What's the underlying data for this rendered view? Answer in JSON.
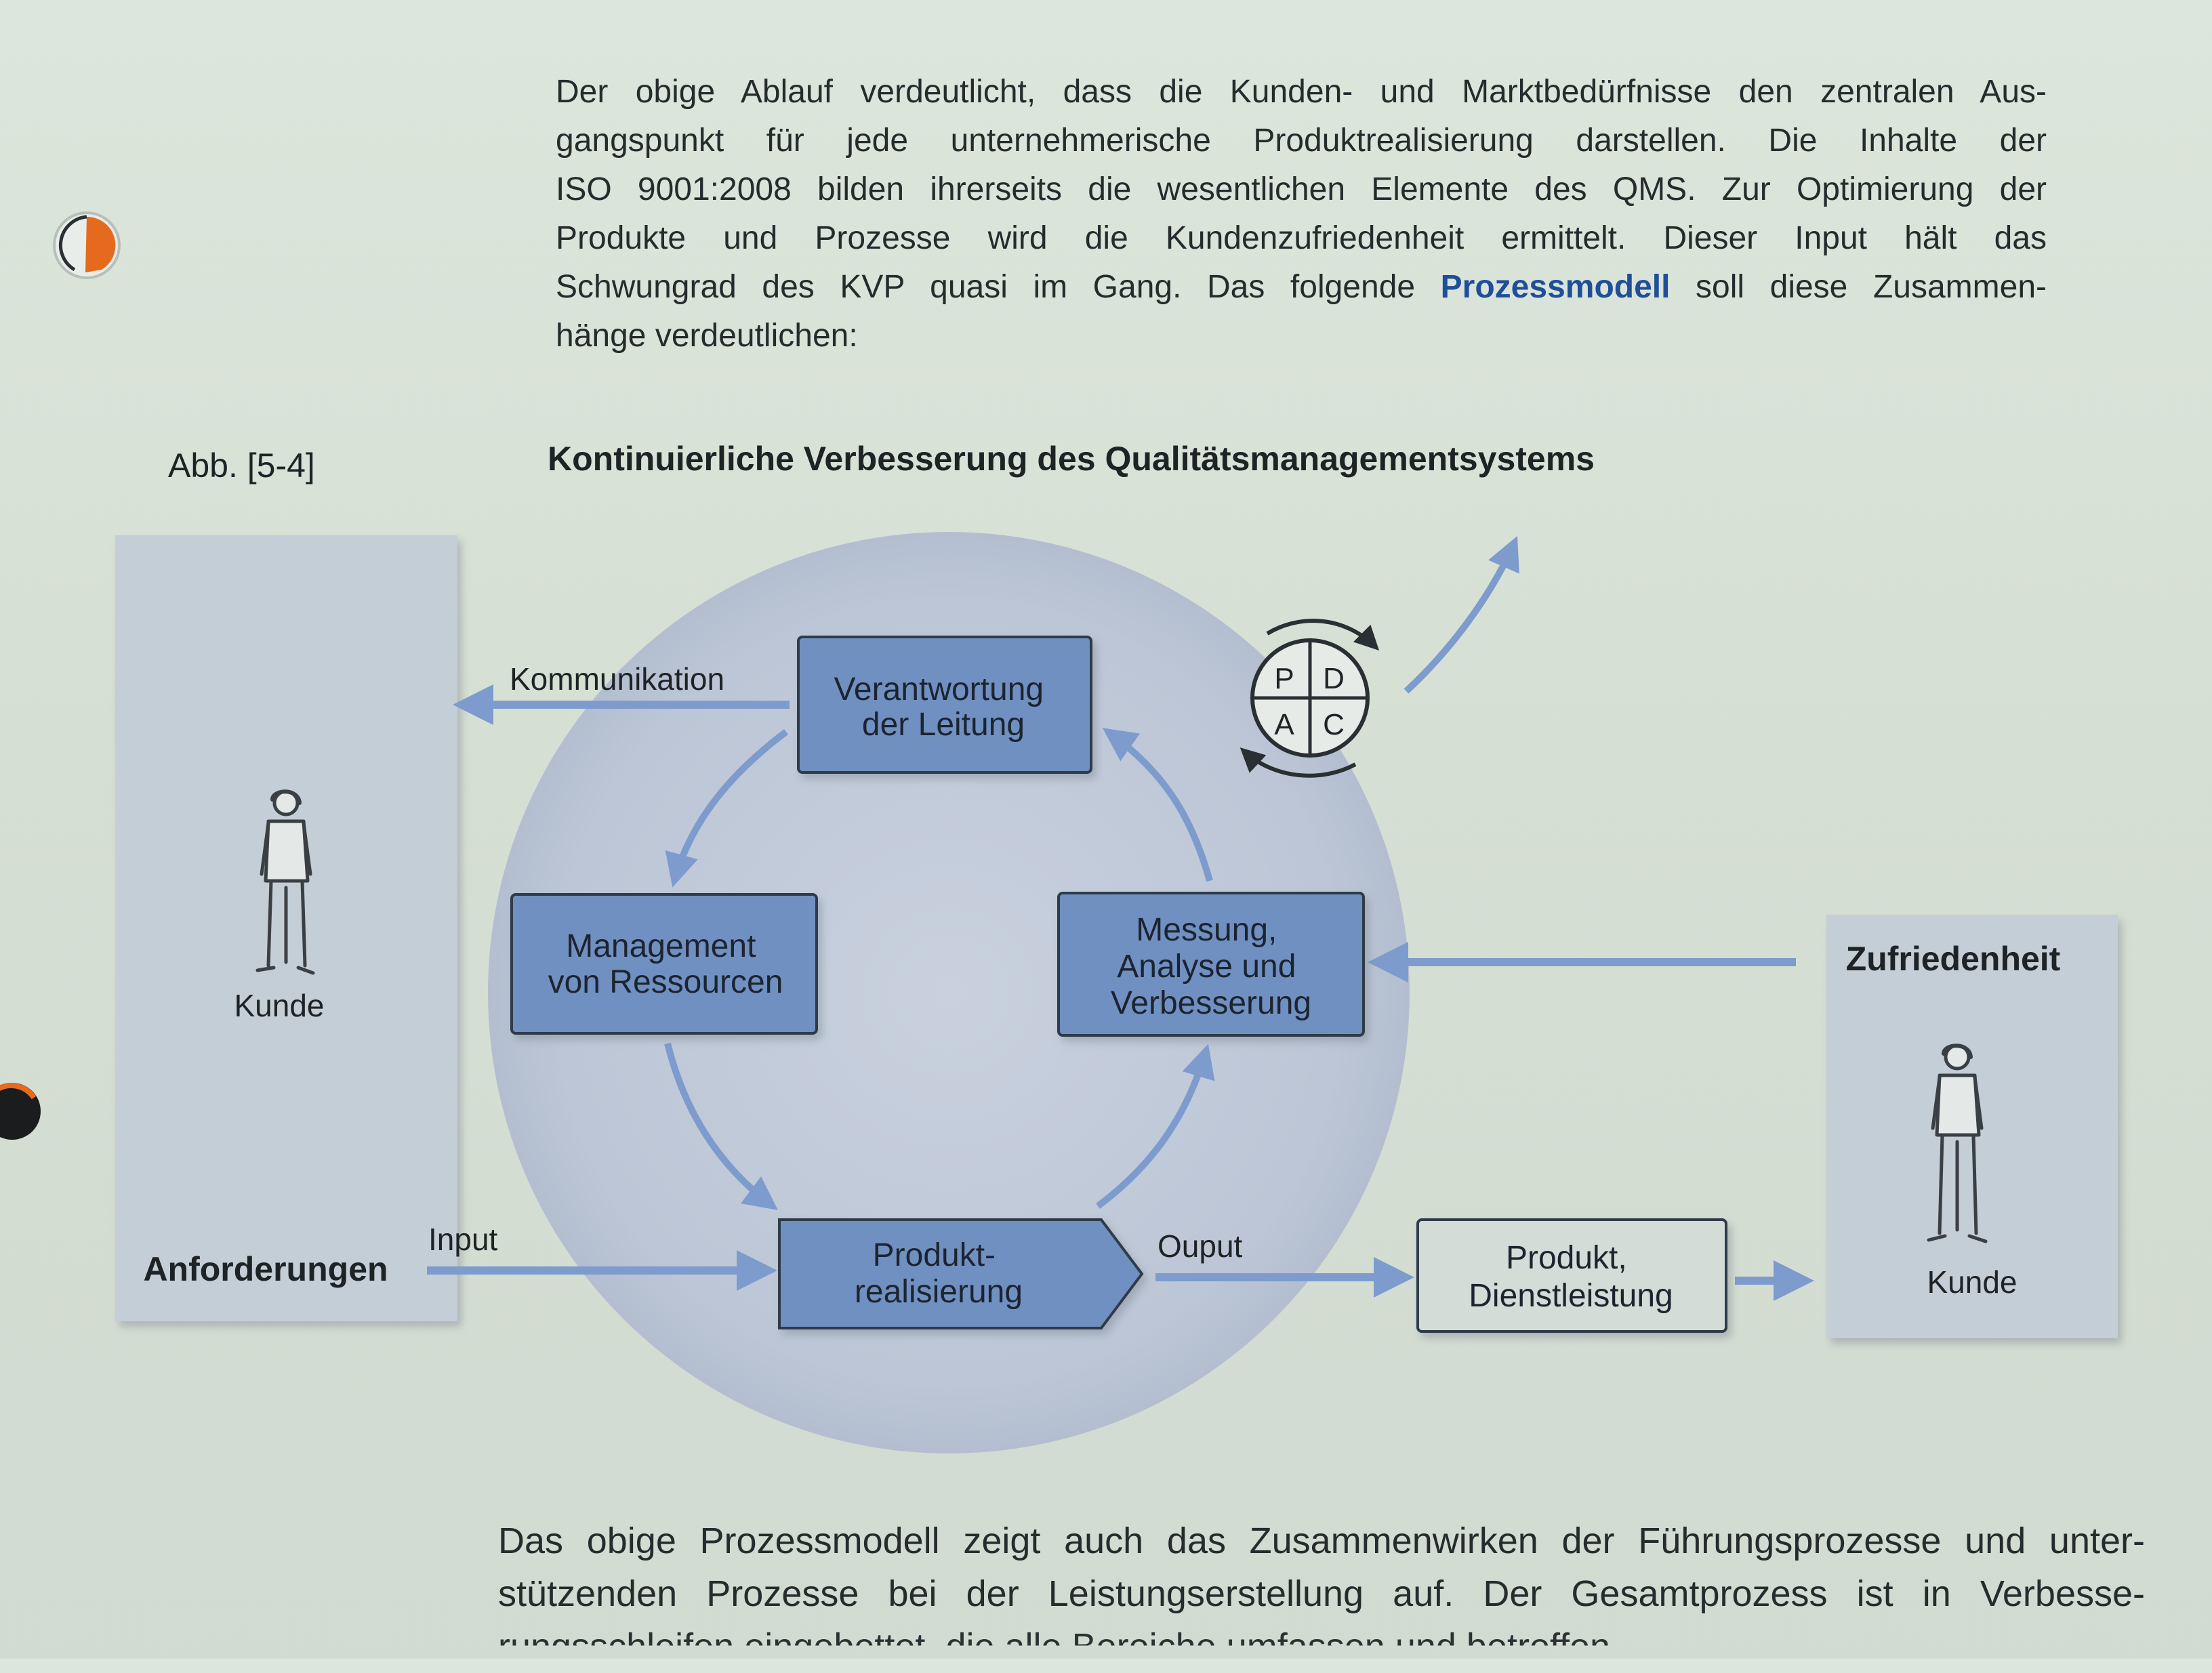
{
  "text_top": {
    "lines": [
      "Der obige Ablauf verdeutlicht, dass die Kunden- und Marktbedürfnisse den zentralen Aus-",
      "gangspunkt für jede unternehmerische Produktrealisierung darstellen. Die Inhalte der",
      "ISO 9001:2008 bilden ihrerseits die wesentlichen Elemente des QMS. Zur Optimierung der",
      "Produkte und Prozesse wird die Kundenzufriedenheit ermittelt. Dieser Input hält das"
    ],
    "line5_before": "Schwungrad des KVP quasi im Gang. Das folgende ",
    "highlight": "Prozessmodell",
    "line5_after": " soll diese Zusammen-",
    "line6": "hänge verdeutlichen:"
  },
  "figure": {
    "label": "Abb. [5-4]",
    "title": "Kontinuierliche Verbesserung des Qualitätsmanagementsystems",
    "left_panel": {
      "customer": "Kunde",
      "requirements": "Anforderungen"
    },
    "right_panel": {
      "satisfaction": "Zufriedenheit",
      "customer": "Kunde"
    },
    "boxes": {
      "responsibility": [
        "Verantwortung",
        "der Leitung"
      ],
      "resources": [
        "Management",
        "von Ressourcen"
      ],
      "measurement": [
        "Messung,",
        "Analyse und",
        "Verbesserung"
      ],
      "realization": [
        "Produkt-",
        "realisierung"
      ],
      "product": [
        "Produkt,",
        "Dienstleistung"
      ]
    },
    "labels": {
      "communication": "Kommunikation",
      "input": "Input",
      "output": "Ouput"
    },
    "pdca": {
      "p": "P",
      "d": "D",
      "a": "A",
      "c": "C"
    },
    "colors": {
      "box_fill": "#6f90c2",
      "circle_fill": "#c2cbd9",
      "panel_fill": "#c4ced6",
      "arrow": "#7d9ccd"
    }
  },
  "text_bottom": {
    "lines": [
      "Das obige Prozessmodell zeigt auch das Zusammenwirken der Führungsprozesse und unter-",
      "stützenden Prozesse bei der Leistungserstellung auf. Der Gesamtprozess ist in Verbesse-",
      "rungsschleifen eingebettet, die alle Bereiche umfassen und betreffen."
    ]
  }
}
